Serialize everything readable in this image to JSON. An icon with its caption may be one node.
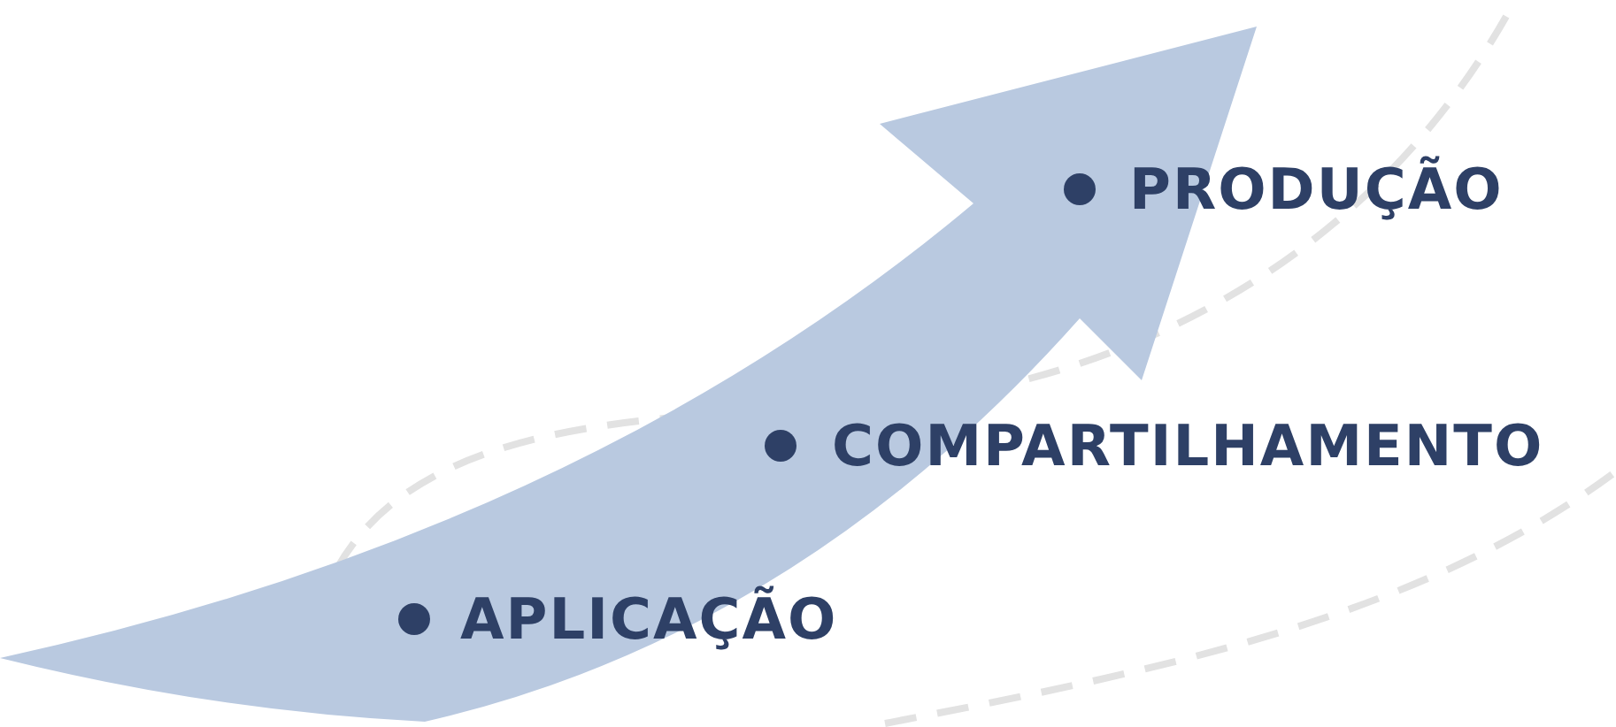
{
  "diagram": {
    "labels": [
      "PRODUÇÃO",
      "COMPARTILHAMENTO",
      "APLICAÇÃO"
    ]
  }
}
